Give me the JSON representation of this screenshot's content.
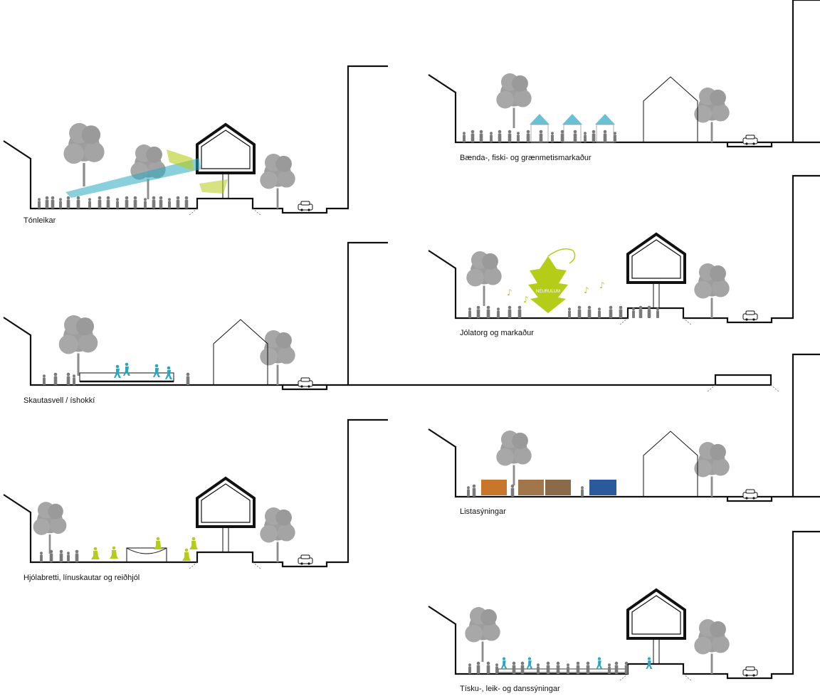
{
  "sections": {
    "tonleikar": {
      "caption": "Tónleikar"
    },
    "skautasvell": {
      "caption": "Skautasvell / íshokkí"
    },
    "hjolabretti": {
      "caption": "Hjólabretti, línuskautar og reiðhjól"
    },
    "baendamarkadur": {
      "caption": "Bænda-, fiski- og grænmetismarkaður"
    },
    "jolatorg": {
      "caption": "Jólatorg og markaður",
      "tree_label": "NEURULUM"
    },
    "listasyningar": {
      "caption": "Listasýningar"
    },
    "tiskusyningar": {
      "caption": "Tísku-, leik- og danssýningar"
    }
  },
  "colors": {
    "line": "#111111",
    "tree": "#9b9b9b",
    "people": "#7a7a7a",
    "cyan": "#2aa7c0",
    "lime": "#b5cc18"
  }
}
